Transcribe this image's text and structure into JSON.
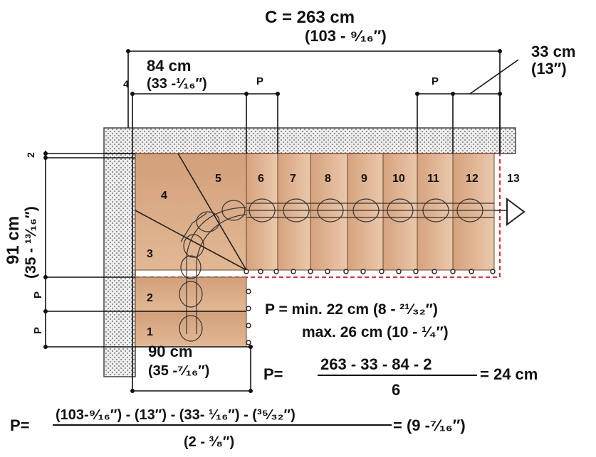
{
  "dimensions": {
    "total": "C = 263 cm",
    "total_in": "(103 - ⁹⁄₁₆″)",
    "landing": "84 cm",
    "landing_in": "(33 -¹⁄₁₆″)",
    "last": "33 cm",
    "last_in": "(13″)",
    "side": "91 cm",
    "side_in": "(35 - ¹³⁄₁₆″)",
    "bottom": "90 cm",
    "bottom_in": "(35 -⁷⁄₁₆″)",
    "gap_top": "4",
    "gap_left": "2",
    "p": "P"
  },
  "steps": [
    "1",
    "2",
    "3",
    "4",
    "5",
    "6",
    "7",
    "8",
    "9",
    "10",
    "11",
    "12",
    "13"
  ],
  "notes": {
    "p_min": "P = min. 22 cm  (8 - ²¹⁄₃₂″)",
    "p_max": "max. 26 cm (10 - ¹⁄₄″)"
  },
  "formula_cm": {
    "lhs": "P=",
    "numerator": "263 - 33 - 84 - 2",
    "denominator": "6",
    "result": "= 24 cm"
  },
  "formula_in": {
    "lhs": "P=",
    "numerator": "(103-⁹⁄₁₆″) - (13″) - (33- ¹⁄₁₆″) - (³⁵⁄₃₂″)",
    "denominator": "(2 -  ³⁄₈″)",
    "result": "= (9 -⁷⁄₁₆″)"
  },
  "colors": {
    "tread": "#d8a882",
    "tread_edge": "#5a3a22",
    "wall": "#eeeeee",
    "outline_dash": "#e03030"
  }
}
